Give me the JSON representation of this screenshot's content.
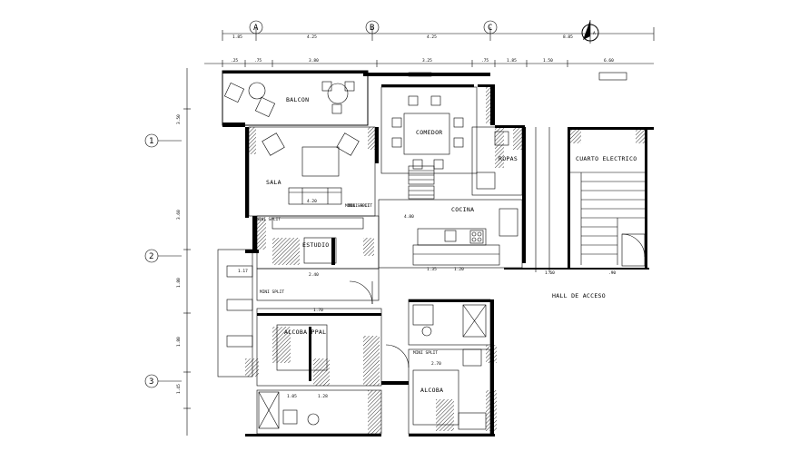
{
  "grid_columns": [
    "A",
    "B",
    "C"
  ],
  "grid_rows": [
    "1",
    "2",
    "3"
  ],
  "north_label": "A",
  "rooms": {
    "balcon": "BALCON",
    "comedor": "COMEDOR",
    "sala": "SALA",
    "ropas": "ROPAS",
    "cocina": "COCINA",
    "cuarto_electrico": "CUARTO ELECTRICO",
    "hall": "HALL DE ACCESO",
    "alcoba_ppal": "ALCOBA PPAL",
    "alcoba": "ALCOBA",
    "estudio": "ESTUDIO"
  },
  "notes": {
    "mini_split_1": "MINI SPLIT",
    "mini_split_2": "MINI SPLIT",
    "mini_split_3": "MINI SPLIT",
    "mini_split_4": "MINI SPLIT",
    "mini_split_5": "MINI SPLIT"
  },
  "top_dimensions": [
    "1.85",
    "4.25",
    "4.25",
    "8.85"
  ],
  "second_dimensions": [
    ".25",
    ".75",
    "3.80",
    "3.25",
    ".75",
    "1.85",
    "1.50",
    "6.60"
  ],
  "left_dimensions": [
    "3.50",
    "3.60",
    "1.80",
    "1.80",
    "1.45"
  ],
  "inner_dimensions": [
    "4.20",
    "4.80",
    "2.40",
    "1.70",
    "1.28",
    "1.05",
    "2.70",
    "1.35",
    "1.20",
    "1.60",
    ".90",
    "1.17"
  ]
}
